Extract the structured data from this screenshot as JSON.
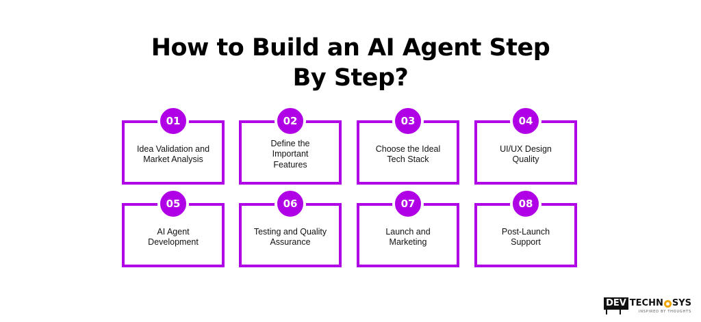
{
  "title": {
    "line1": "How to Build an AI Agent Step",
    "line2": "By Step?"
  },
  "steps": [
    {
      "number": "01",
      "label": "Idea Validation and Market Analysis"
    },
    {
      "number": "02",
      "label": "Define the Important Features"
    },
    {
      "number": "03",
      "label": "Choose the Ideal Tech Stack"
    },
    {
      "number": "04",
      "label": "UI/UX Design Quality"
    },
    {
      "number": "05",
      "label": "AI Agent Development"
    },
    {
      "number": "06",
      "label": "Testing and Quality Assurance"
    },
    {
      "number": "07",
      "label": "Launch and Marketing"
    },
    {
      "number": "08",
      "label": "Post-Launch Support"
    }
  ],
  "logo": {
    "dev": "DEV",
    "techno": "TECHN",
    "sys": "SYS",
    "tagline": "INSPIRED BY THOUGHTS"
  },
  "colors": {
    "accent": "#b000e6",
    "text": "#111111",
    "background": "#ffffff"
  }
}
